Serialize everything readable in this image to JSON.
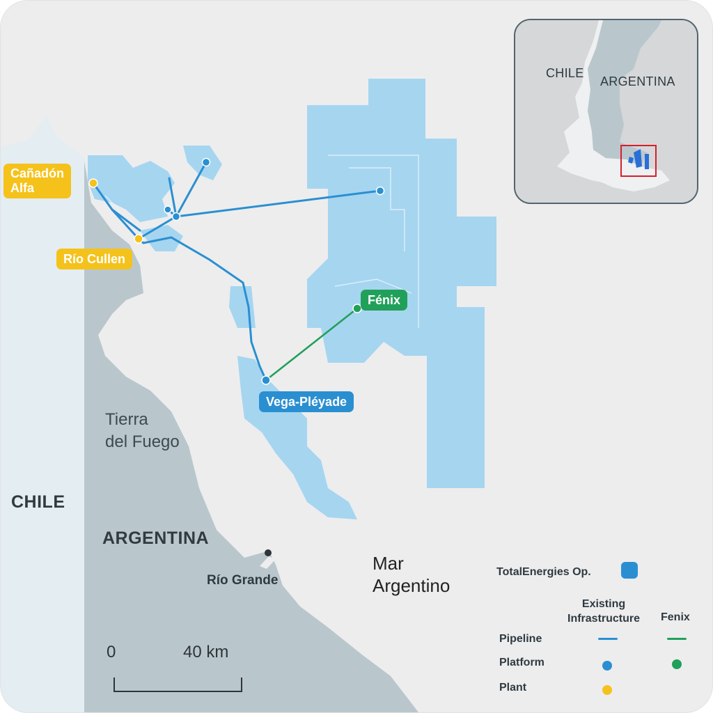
{
  "labels": {
    "plant_canadon": "Cañadón\nAlfa",
    "plant_rio_cullen": "Río Cullen",
    "platform_fenix": "Fénix",
    "platform_vega": "Vega-Pléyade",
    "tierra": "Tierra\ndel Fuego",
    "chile": "CHILE",
    "argentina": "ARGENTINA",
    "rio_grande": "Río Grande",
    "mar": "Mar\nArgentino"
  },
  "inset": {
    "chile": "CHILE",
    "argentina": "ARGENTINA"
  },
  "scale": {
    "zero": "0",
    "distance": "40 km"
  },
  "legend": {
    "operator": "TotalEnergies Op.",
    "existing": "Existing\nInfrastructure",
    "fenix": "Fenix",
    "pipeline": "Pipeline",
    "platform": "Platform",
    "plant": "Plant"
  },
  "colors": {
    "blocks": "#a6d5f0",
    "pipeline": "#2a8fd1",
    "fenix": "#21a05a",
    "plant": "#f5c21b",
    "land": "#b9c7cd",
    "sea": "#ededee",
    "chile_strip": "#e6eef3"
  },
  "icons": [
    "operator-square-icon",
    "pipeline-line-icon",
    "platform-dot-icon",
    "plant-dot-icon",
    "city-dot-icon",
    "inset-highlight-box"
  ]
}
